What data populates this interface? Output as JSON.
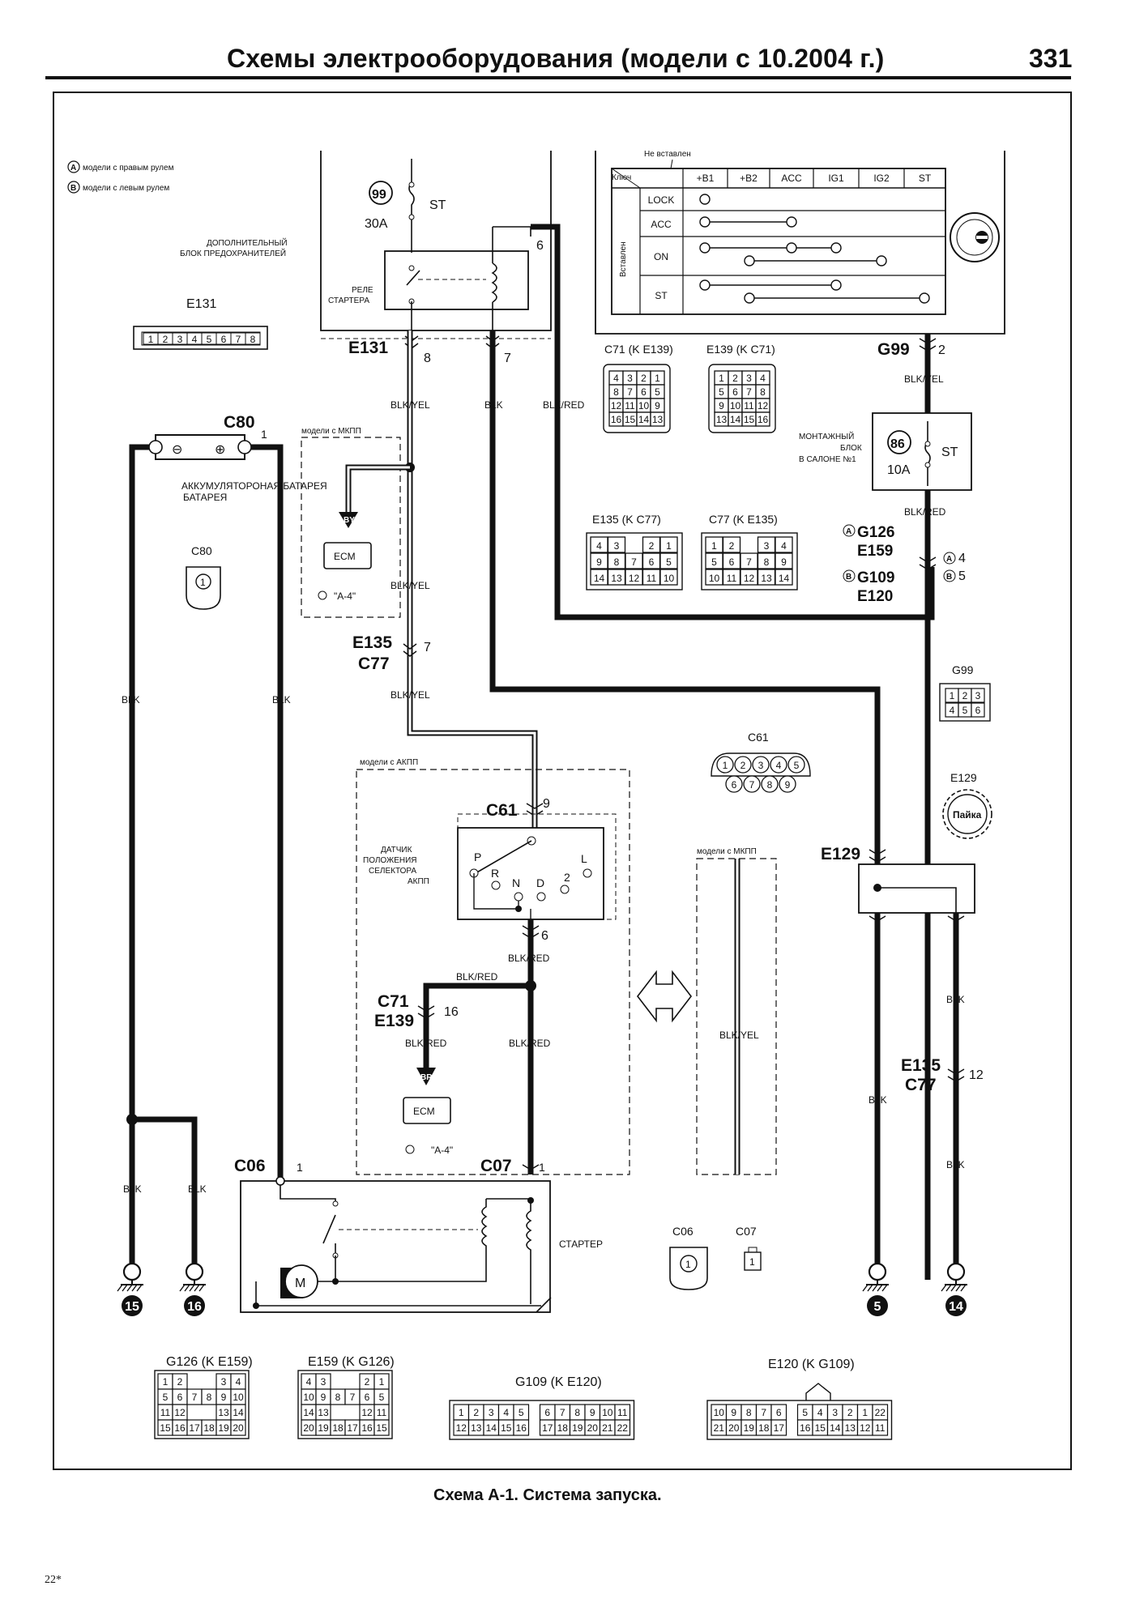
{
  "header": {
    "title": "Схемы электрооборудования (модели с 10.2004 г.)",
    "page_number": "331"
  },
  "caption": "Схема А-1. Система запуска.",
  "footnote": "22*",
  "legend": {
    "a": "модели с правым рулем",
    "b": "модели с левым рулем",
    "a_sym": "A",
    "b_sym": "B"
  },
  "fuse_block": {
    "label": "ДОПОЛНИТЕЛЬНЫЙ БЛОК ПРЕДОХРАНИТЕЛЕЙ",
    "fuse_no": "99",
    "fuse_name": "ST",
    "fuse_amp": "30A",
    "relay": "РЕЛЕ СТАРТЕРА",
    "pin6": "6"
  },
  "ignition_switch": {
    "top_label": "Не вставлен",
    "side_label": "Вставлен",
    "key_label": "Ключ",
    "columns": [
      "+B1",
      "+B2",
      "ACC",
      "IG1",
      "IG2",
      "ST"
    ],
    "rows": [
      "LOCK",
      "ACC",
      "ON",
      "ST"
    ]
  },
  "connectors": {
    "e131": "E131",
    "e131_pins": [
      "1",
      "2",
      "3",
      "4",
      "5",
      "6",
      "7",
      "8"
    ],
    "e131_pin8": "8",
    "e131_pin7": "7",
    "c71": "C71 (K E139)",
    "e139": "E139 (K C71)",
    "c71_pins": [
      "4",
      "3",
      "2",
      "1",
      "8",
      "7",
      "6",
      "5",
      "12",
      "11",
      "10",
      "9",
      "16",
      "15",
      "14",
      "13"
    ],
    "e139_pins": [
      "1",
      "2",
      "3",
      "4",
      "5",
      "6",
      "7",
      "8",
      "9",
      "10",
      "11",
      "12",
      "13",
      "14",
      "15",
      "16"
    ],
    "g99": "G99",
    "g99_pin": "2",
    "g99_pins": [
      "1",
      "2",
      "3",
      "4",
      "5",
      "6"
    ],
    "e135_c77": "E135 (K C77)",
    "c77_e135": "C77 (K E135)",
    "e135_pins": [
      "4",
      "3",
      "2",
      "1",
      "9",
      "8",
      "7",
      "6",
      "5",
      "14",
      "13",
      "12",
      "11",
      "10"
    ],
    "c77_pins": [
      "1",
      "2",
      "3",
      "4",
      "5",
      "6",
      "7",
      "8",
      "9",
      "10",
      "11",
      "12",
      "13",
      "14"
    ],
    "g126_e159": "G126",
    "e159": "E159",
    "g109": "G109",
    "e120": "E120",
    "a4": "4",
    "b5": "5",
    "c61": "C61",
    "c61_pins": [
      "1",
      "2",
      "3",
      "4",
      "5",
      "6",
      "7",
      "8",
      "9"
    ],
    "c61_pin9": "9",
    "c61_pin6": "6",
    "e129": "E129",
    "e129_solder": "Пайка",
    "c80": "C80",
    "c80_pin": "1",
    "c06": "C06",
    "c06_pin": "1",
    "c07": "C07",
    "c07_pin": "1",
    "e135": "E135",
    "c77": "C77",
    "e135_pin7": "7",
    "e135_pin12": "12",
    "c71_b": "C71",
    "e139_b": "E139",
    "c71_pin16": "16",
    "g126_title": "G126 (K E159)",
    "e159_title": "E159 (K G126)",
    "g109_title": "G109 (K E120)",
    "e120_title": "E120 (K G109)",
    "g126_pins": [
      "1",
      "2",
      "3",
      "4",
      "5",
      "6",
      "7",
      "8",
      "9",
      "10",
      "11",
      "12",
      "13",
      "14",
      "15",
      "16",
      "17",
      "18",
      "19",
      "20"
    ],
    "e159_pins": [
      "4",
      "3",
      "2",
      "1",
      "10",
      "9",
      "8",
      "7",
      "6",
      "5",
      "14",
      "13",
      "12",
      "11",
      "20",
      "19",
      "18",
      "17",
      "16",
      "15"
    ],
    "g109_pins": [
      "1",
      "2",
      "3",
      "4",
      "5",
      "6",
      "7",
      "8",
      "9",
      "10",
      "11",
      "12",
      "13",
      "14",
      "15",
      "16",
      "17",
      "18",
      "19",
      "20",
      "21",
      "22"
    ],
    "e120_pins": [
      "10",
      "9",
      "8",
      "7",
      "6",
      "5",
      "4",
      "3",
      "2",
      "1",
      "22",
      "21",
      "20",
      "19",
      "18",
      "17",
      "16",
      "15",
      "14",
      "13",
      "12",
      "11"
    ]
  },
  "wires": {
    "blk_yel": "BLK/YEL",
    "blk": "BLK",
    "blk_red": "BLK/RED"
  },
  "mounting_block": {
    "label": "МОНТАЖНЫЙ БЛОК В САЛОНЕ №1",
    "fuse_no": "86",
    "fuse_name": "ST",
    "fuse_amp": "10A"
  },
  "battery": {
    "label": "АККУМУЛЯТОРОНАЯ БАТАРЕЯ",
    "minus": "⊖",
    "plus": "⊕"
  },
  "mt_box_label": "модели с МКПП",
  "at_box_label": "модели с АКПП",
  "mt_box2_label": "модели с МКПП",
  "ecm": {
    "label": "ECM",
    "ref": "\"A-4\"",
    "by": "BY",
    "br": "BR"
  },
  "selector": {
    "label": "ДАТЧИК ПОЛОЖЕНИЯ СЕЛЕКТОРА АКПП",
    "positions": [
      "P",
      "R",
      "N",
      "D",
      "2",
      "L"
    ]
  },
  "starter": {
    "label": "СТАРТЕР",
    "motor": "M"
  },
  "grounds": [
    "15",
    "16",
    "5",
    "14"
  ]
}
